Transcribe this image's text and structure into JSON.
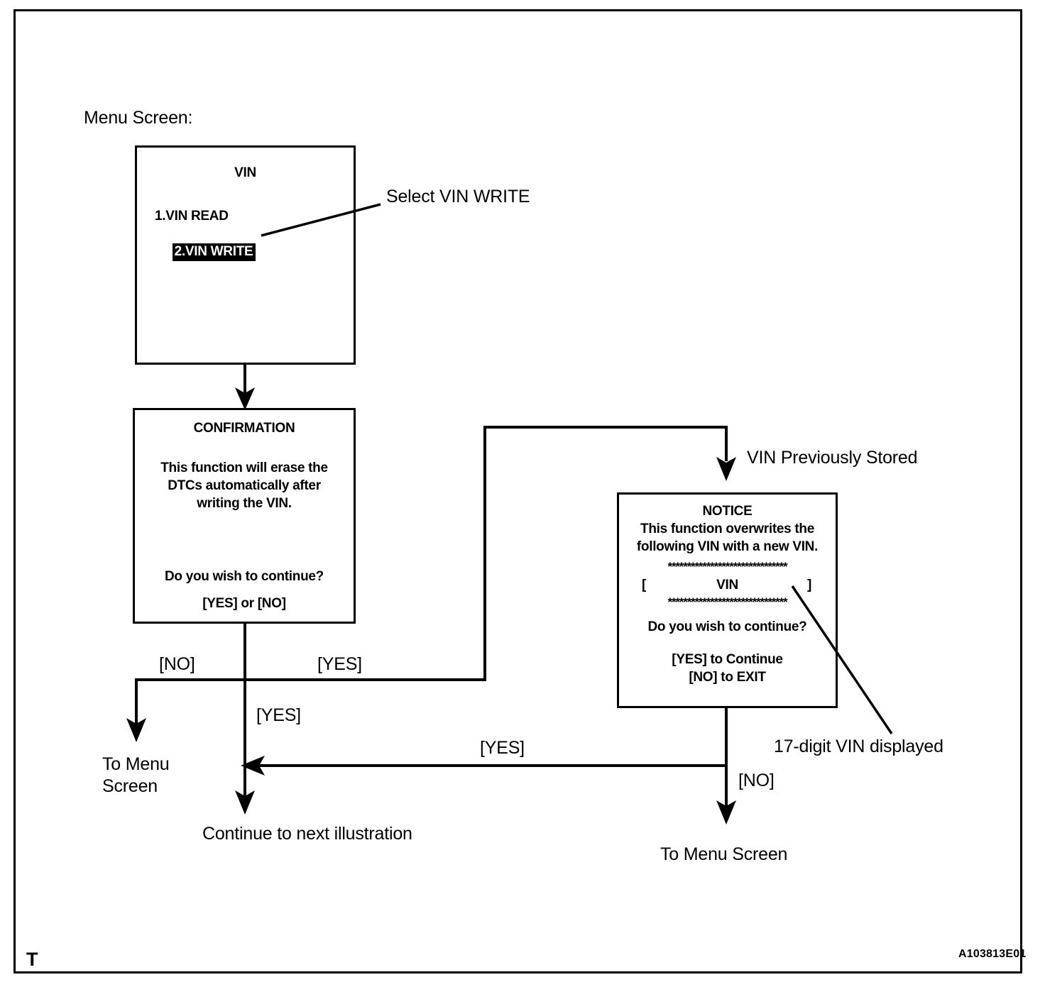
{
  "figure": {
    "id_code": "A103813E01",
    "corner_mark": "T"
  },
  "annotations": {
    "menu_screen_caption": "Menu Screen:",
    "select_vin_write": "Select VIN WRITE",
    "vin_previously_stored": "VIN Previously Stored",
    "seventeen_digit_vin": "17-digit VIN displayed"
  },
  "screens": {
    "vin_menu": {
      "title": "VIN",
      "items": [
        {
          "label": "1.VIN READ",
          "selected": false
        },
        {
          "label": "2.VIN WRITE",
          "selected": true
        }
      ]
    },
    "confirmation": {
      "title": "CONFIRMATION",
      "body_line_1": "This function will erase the",
      "body_line_2": "DTCs automatically after",
      "body_line_3": "writing the VIN.",
      "question": "Do you wish to continue?",
      "options": "[YES] or [NO]"
    },
    "notice": {
      "title": "NOTICE",
      "body_line_1": "This function overwrites the",
      "body_line_2": "following VIN with a new VIN.",
      "separator_top": "*******************************",
      "vin_field_left": "[",
      "vin_field_value": "VIN",
      "vin_field_right": "]",
      "separator_bottom": "*******************************",
      "question": "Do you wish to continue?",
      "option_yes": "[YES] to Continue",
      "option_no": "[NO] to EXIT"
    }
  },
  "flow_labels": {
    "no_left": "[NO]",
    "yes_top": "[YES]",
    "yes_down": "[YES]",
    "yes_return": "[YES]",
    "no_right": "[NO]"
  },
  "terminals": {
    "to_menu_screen_left_line1": "To Menu",
    "to_menu_screen_left_line2": "Screen",
    "continue_next": "Continue to next illustration",
    "to_menu_screen_right": "To Menu Screen"
  },
  "colors": {
    "ink": "#000000",
    "paper": "#ffffff"
  }
}
